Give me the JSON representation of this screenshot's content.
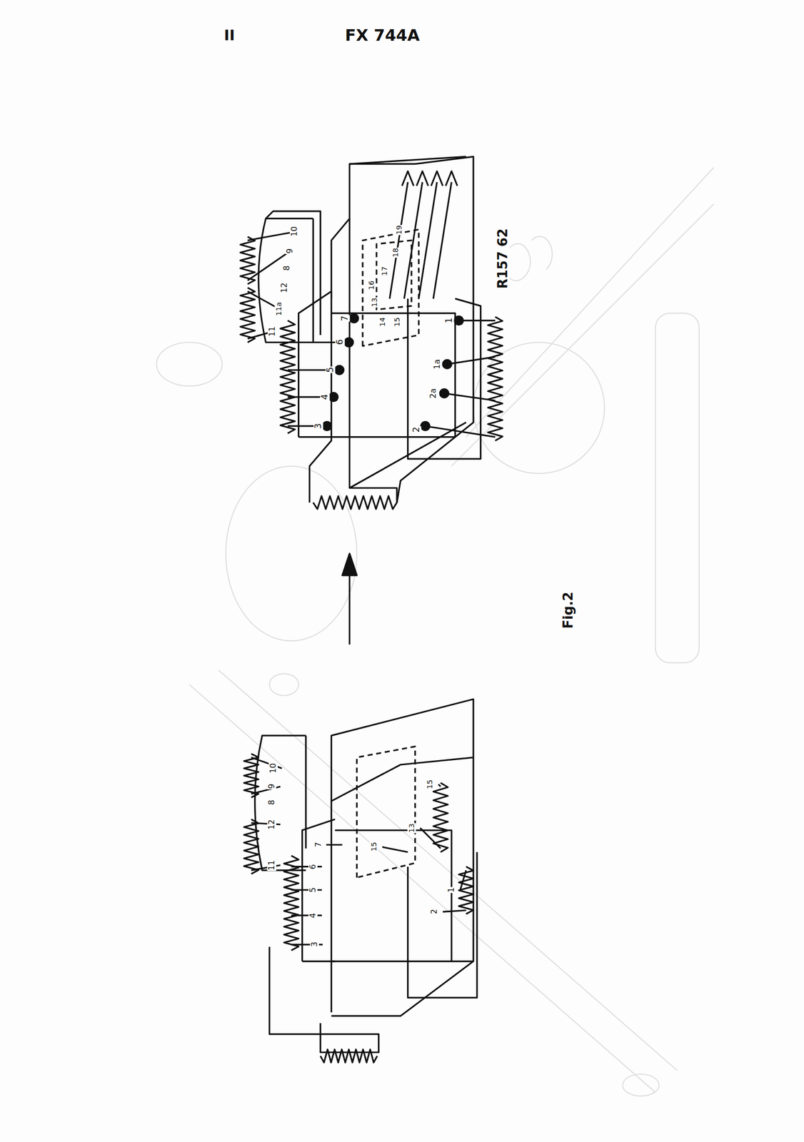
{
  "diagram": {
    "labels": [
      "II",
      "FX 744A",
      "3",
      "4",
      "5",
      "6",
      "7",
      "2",
      "2a",
      "1a",
      "1",
      "11",
      "11a",
      "12",
      "8",
      "9",
      "10",
      "15",
      "14",
      "13",
      "16",
      "17",
      "18",
      "19",
      "R157 62",
      "Fig.2",
      "3",
      "4",
      "5",
      "6",
      "7",
      "2",
      "1",
      "11",
      "12",
      "8",
      "9",
      "10",
      "15",
      "13",
      "15"
    ]
  }
}
